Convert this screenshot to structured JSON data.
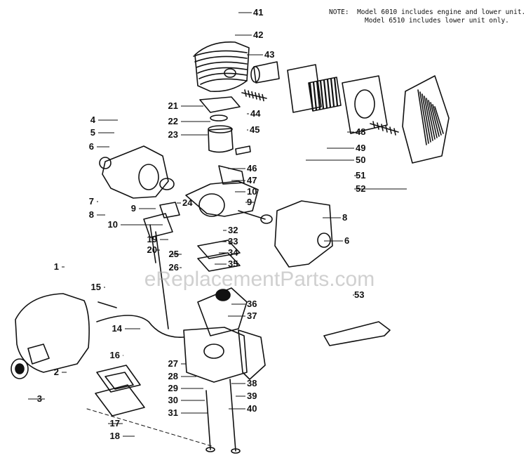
{
  "note": {
    "prefix": "NOTE:",
    "line1": "Model 6010 includes engine and lower unit.",
    "line2": "Model 6510 includes lower unit only."
  },
  "watermark": "eReplacementParts.com",
  "colors": {
    "ink": "#111111",
    "paper": "#ffffff",
    "watermark": "#aaaaaa"
  },
  "callouts": [
    "41",
    "42",
    "43",
    "44",
    "45",
    "21",
    "22",
    "23",
    "46",
    "47",
    "10",
    "9",
    "8",
    "6",
    "4",
    "5",
    "6",
    "7",
    "8",
    "9",
    "10",
    "24",
    "19",
    "20",
    "25",
    "26",
    "32",
    "33",
    "34",
    "35",
    "36",
    "37",
    "1",
    "15",
    "14",
    "2",
    "3",
    "16",
    "17",
    "18",
    "27",
    "28",
    "29",
    "30",
    "31",
    "38",
    "39",
    "40",
    "48",
    "49",
    "50",
    "51",
    "52",
    "53"
  ]
}
